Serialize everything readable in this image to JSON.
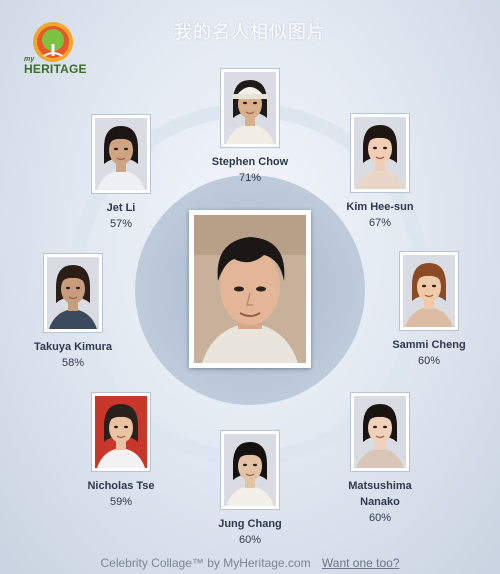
{
  "title": "我的名人相似图片",
  "logo": {
    "my": "my",
    "name": "HERITAGE"
  },
  "center": {
    "label": "user-photo"
  },
  "celebrities": [
    {
      "id": "stephen-chow",
      "name": "Stephen Chow",
      "percent": "71%",
      "skin": "#d9b08c",
      "hair": "#1e1a18",
      "shirt": "#f1ece4",
      "hat": true
    },
    {
      "id": "kim-hee-sun",
      "name": "Kim Hee-sun",
      "percent": "67%",
      "skin": "#f0cdb4",
      "hair": "#1d1612",
      "shirt": "#e8d7c9"
    },
    {
      "id": "sammi-cheng",
      "name": "Sammi Cheng",
      "percent": "60%",
      "skin": "#f0c9a8",
      "hair": "#8a4a25",
      "shirt": "#dcbca2"
    },
    {
      "id": "matsushima-nanako",
      "name": "Matsushima Nanako",
      "name_lines": [
        "Matsushima",
        "Nanako"
      ],
      "percent": "60%",
      "skin": "#f2d1bb",
      "hair": "#1a1411",
      "shirt": "#d9c6b8"
    },
    {
      "id": "jung-chang",
      "name": "Jung Chang",
      "percent": "60%",
      "skin": "#e4c2a6",
      "hair": "#141110",
      "shirt": "#f3efe9"
    },
    {
      "id": "nicholas-tse",
      "name": "Nicholas Tse",
      "percent": "59%",
      "skin": "#e9c3a3",
      "hair": "#2b211c",
      "shirt": "#f2f2f2",
      "bg": "#c9372b"
    },
    {
      "id": "takuya-kimura",
      "name": "Takuya Kimura",
      "percent": "58%",
      "skin": "#c89d7d",
      "hair": "#2a1e17",
      "shirt": "#3a4a5c"
    },
    {
      "id": "jet-li",
      "name": "Jet Li",
      "percent": "57%",
      "skin": "#cfa483",
      "hair": "#1b1613",
      "shirt": "#eef0f3"
    }
  ],
  "footer": {
    "text": "Celebrity Collage™ by MyHeritage.com",
    "link": "Want one too?"
  }
}
